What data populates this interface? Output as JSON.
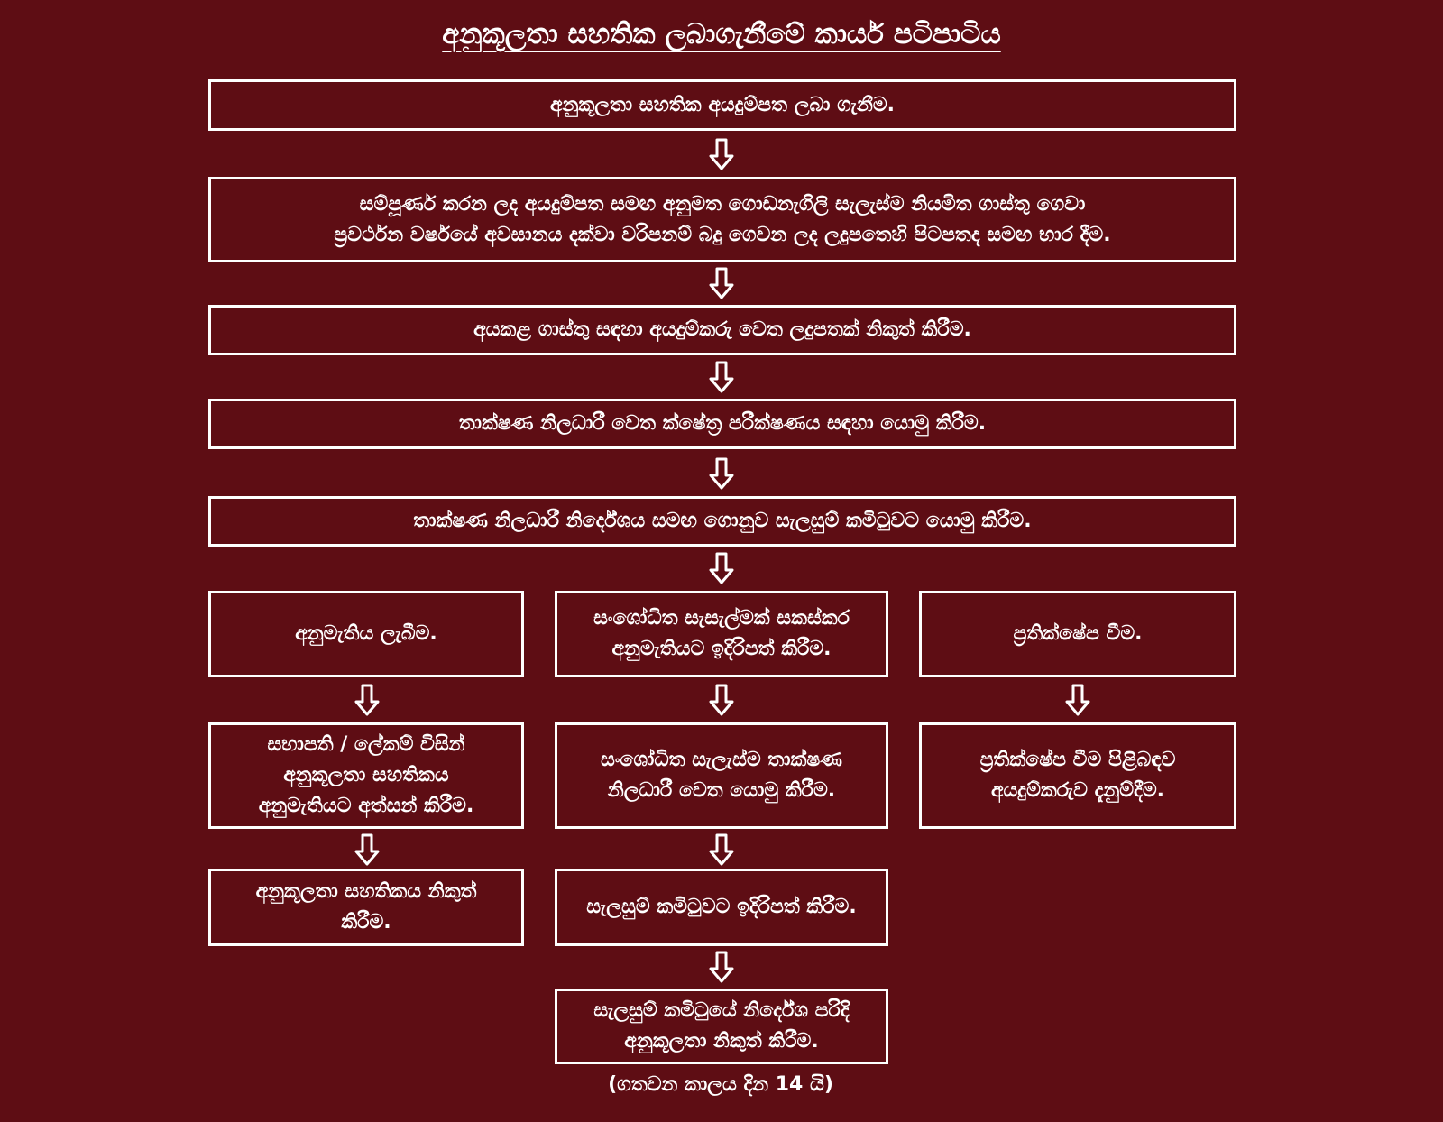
{
  "title": "අනුකූලතා සහතික ලබාගැනීමේ කාර්ය පටිපාටිය",
  "steps": {
    "s1": "අනුකූලතා සහතික අයදුම්පත ලබා ගැනීම.",
    "s2": "සම්පූර්ණ කරන ලද අයදුම්පත සමඟ අනුමත ගොඩනැගිලි සැලැස්ම නියමිත ගාස්තු ගෙවා\nප්‍රවර්ථන වර්ෂයේ අවසානය දක්වා වරිපනම් බදු ගෙවන ලද ලදුපතෙහි පිටපතද සමඟ භාර දීම.",
    "s3": "අයකළ ගාස්තු සඳහා අයදුම්කරු වෙත ලදුපතක් නිකුත් කිරීම.",
    "s4": "තාක්ෂණ නිලධාරී වෙත ක්ෂේත්‍ර පරීක්ෂණය සඳහා යොමු කිරීම.",
    "s5": "තාක්ෂණ නිලධාරී නිර්දේශය සමඟ ගොනුව සැලසුම් කමිටුවට යොමු කිරීම."
  },
  "left": {
    "b1": "අනුමැතිය ලැබීම.",
    "b2": "සභාපති / ලේකම් විසින්\nඅනුකූලතා සහතිකය\nඅනුමැතියට අත්සන් කිරීම.",
    "b3": "අනුකූලතා සහතිකය නිකුත්\nකිරීම."
  },
  "middle": {
    "b1": "සංශෝධිත සැසැල්මක් සකස්කර\nඅනුමැතියට ඉදිරිපත් කිරීම.",
    "b2": "සංශෝධිත සැලැස්ම තාක්ෂණ\nනිලධාරී වෙත යොමු කිරීම.",
    "b3": "සැලසුම් කමිටුවට ඉදිරිපත් කිරීම.",
    "b4": "සැලසුම් කමිටුයේ නිර්දේශ පරිදි\nඅනුකූලතා නිකුත් කිරීම."
  },
  "right": {
    "b1": "ප්‍රතික්ෂේප වීම.",
    "b2": "ප්‍රතික්ෂේප වීම පිළිබඳව\nඅයදුම්කරුව දැනුම්දීම."
  },
  "footnote": "(ගතවන කාලය දින 14 යි)",
  "colors": {
    "background": "#5e0d14",
    "foreground": "#ffffff"
  }
}
